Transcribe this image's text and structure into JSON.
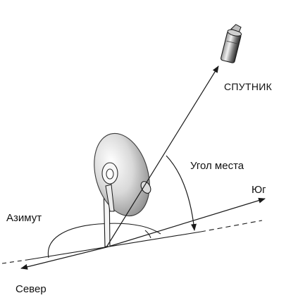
{
  "labels": {
    "satellite": "СПУТНИК",
    "elevation_angle": "Угол места",
    "south": "Юг",
    "azimuth": "Азимут",
    "north": "Север"
  },
  "icons": {
    "satellite": "satellite-icon",
    "dish": "satellite-dish-icon"
  },
  "colors": {
    "line": "#1a1a1a",
    "dish_light": "#efefef",
    "dish_dark": "#6a6a6a",
    "background": "#ffffff"
  }
}
